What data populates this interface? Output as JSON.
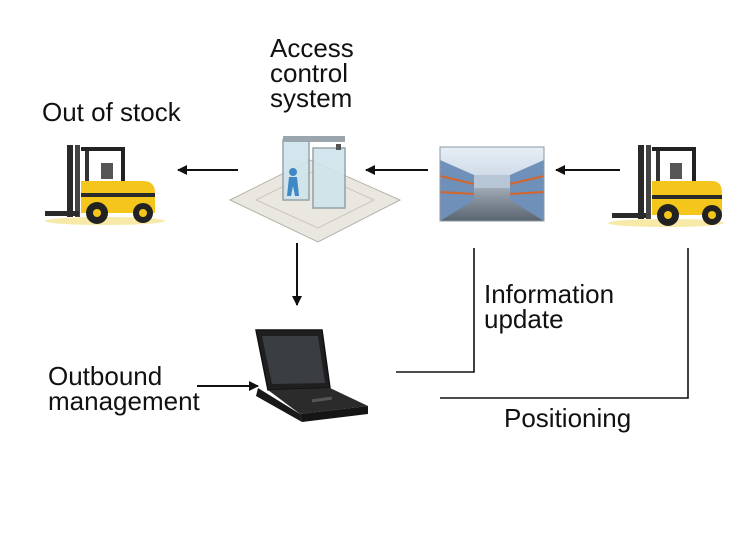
{
  "labels": {
    "access_control": "Access\ncontrol\nsystem",
    "out_of_stock": "Out of stock",
    "information_update": "Information\nupdate",
    "outbound_management": "Outbound\nmanagement",
    "positioning": "Positioning"
  },
  "colors": {
    "forklift_body": "#f4c51a",
    "forklift_dark": "#2a2a2a",
    "shelf_orange": "#d6652b",
    "warehouse_blue": "#6f90b8",
    "line": "#111111"
  },
  "icons": [
    "forklift-icon",
    "access-gate-icon",
    "warehouse-photo",
    "laptop-icon"
  ]
}
